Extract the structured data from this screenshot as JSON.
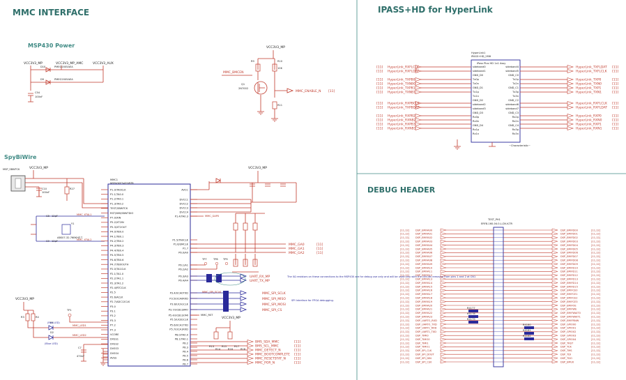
{
  "sections": {
    "mmc": "MMC INTERFACE",
    "ipass": "IPASS+HD for HyperLink",
    "debug": "DEBUG HEADER"
  },
  "subsections": {
    "msp430_power": "MSP430 Power",
    "spybiwire": "SpyBiWire"
  },
  "power": {
    "vcc3v3_mp": "VCC3V3_MP",
    "vcc3v3_mp_amc": "VCC3V3_MP_AMC",
    "vcc3v3_aux": "VCC3V3_AUX",
    "d10": "D10",
    "d9": "D9",
    "diode_part": "PMEG2005AEA",
    "c54": "C54",
    "c54_val": "100nF",
    "mmc_bmcen": "MMC_BMCEN",
    "q1": "Q1",
    "q1_part": "2N7002",
    "mmc_enable": "MMC_ENABLE_N",
    "ref_11": "[11]",
    "r9": "R9",
    "r10": "R10",
    "r11": "R11",
    "r_val": "10K"
  },
  "mcu": {
    "ref": "MMC1",
    "part": "MSP430F5435IPZR",
    "left_pins": [
      "P1.0/TA0CLK",
      "P1.1/TA0.0",
      "P1.2/TA0.1",
      "P1.3/TA0.2",
      "TEST/SBWTCK",
      "RST/NMI/SBWTDIO",
      "P7.0/XIN",
      "P5.2/XT2IN",
      "P5.3/XT2OUT",
      "P4.0/TB0.0",
      "P4.1/TB0.1",
      "P4.2/TB0.2",
      "P4.3/TB0.3",
      "P4.4/TB0.4",
      "P4.5/TB0.5",
      "P4.6/TB0.6",
      "P4.7/TB0OUTH",
      "P2.0/TA1CLK",
      "P2.1/TA1.0",
      "P2.2/TA1.1",
      "P2.3/TA1.2",
      "P2.4/RTCCLK",
      "P2.5",
      "P2.6/ACLK",
      "P2.7/ADC12CLK",
      "P3.0",
      "P3.1",
      "P3.2",
      "P3.3",
      "P7.2",
      "P7.3",
      "VCORE",
      "DVSS1",
      "DVSS2",
      "DVSS3",
      "DVSS4",
      "AVSS"
    ],
    "right_pins": [
      "AVCC",
      "DVCC1",
      "DVCC2",
      "DVCC3",
      "DVCC4",
      "P1.4/TA0.3",
      "P1.5/TA0CLK",
      "P1.6/SMCLK",
      "P1.7",
      "P6.0/A0",
      "P6.1/A1",
      "P6.2/A2",
      "P6.3/A3",
      "P6.4/A4",
      "P3.4/UCA0TXD",
      "P3.5/UCA0RXD",
      "P3.6/UCA1CLK",
      "P3.7/UCB1SIMO",
      "P5.4/UCB1SOMI",
      "P5.5/UCB1CLK",
      "P5.6/UCA1TXD",
      "P5.7/UCA1RXD",
      "P8.0/TA0.0",
      "P8.1/TA0.1",
      "P8.2",
      "P8.3",
      "P8.4",
      "P8.5",
      "P8.6",
      "P8.7"
    ]
  },
  "spy": {
    "j": "MSP_SBWTCK",
    "vcc": "VCC3V3_MP",
    "c10": "C10",
    "c10_val": "100nF",
    "r27": "R27",
    "c8": "C8",
    "c9": "C9",
    "cap_val": "12pF",
    "y1": "Y1",
    "crystal": "ABS07-32.768KHZ-T",
    "mmc_xtal1": "MMC_XTAL1",
    "mmc_xtal2": "MMC_XTAL2",
    "vcc_led": "VCC3V3_MP",
    "r3": "R3",
    "r4": "R4",
    "d1": "D1",
    "d2": "D2",
    "red_led": "(Red LED)",
    "blue_led": "(Blue LED)",
    "mmc_led1": "MMC_LED1",
    "mmc_led2": "MMC_LED2",
    "c7": "C7",
    "c7_val": "470nF",
    "tp1": "TP1"
  },
  "mcu_nets": {
    "mmc_gaps": "MMC_GAP0",
    "mmc_ga0": "MMC_GA0",
    "mmc_ga1": "MMC_GA1",
    "mmc_ga2": "MMC_GA2",
    "ref_11": "[11]",
    "uart_rx": "UART_RX_MP",
    "uart_tx": "UART_TX_MP",
    "mmc_spi_sclk": "MMC_SPI_SCLK",
    "mmc_spi_miso": "MMC_SPI_MISO",
    "mmc_spi_mosi": "MMC_SPI_MOSI",
    "mmc_spi_cs": "MMC_SPI_CS",
    "note_uart": "The 0Ω resistors on these connections to the MSP430 are for debug use only and will be used only with the circuits removed from pins 1 and 2 at CN1",
    "note_spi": "SPI Interface for FPGA debugging.",
    "mmc_rst": "MMC_RST",
    "vcc3v3_mp": "VCC3V3_MP",
    "bms_nets": [
      "BMS_SDA_MMC",
      "BMS_SCL_MMC",
      "MMC_DETECT_N",
      "MMC_BOOTCOMPLETE",
      "MMC_RESETSTAT_N",
      "MMC_POR_N"
    ],
    "r_labels": [
      "R13",
      "R14",
      "R15",
      "R16",
      "R17",
      "R18"
    ],
    "tp_labels": [
      "TP7",
      "TP8",
      "TP9"
    ]
  },
  "ipass": {
    "ref": "HyperLink1",
    "part": "IPASS+HD_2MH",
    "box_title": "iPass Plus HD 1x1 Assy",
    "side_label": "~Characteristic~",
    "left_nets": [
      "HyperLink_RXFLCLK",
      "HyperLink_RXFLDAT",
      "HyperLink_TXPB0",
      "HyperLink_TXNB0",
      "HyperLink_TXPB1",
      "HyperLink_TXNB1",
      "HyperLink_RXPBCLK",
      "HyperLink_TXPBDAT",
      "HyperLink_RXPB2",
      "HyperLink_RXNB2",
      "HyperLink_RXPB3",
      "HyperLink_RXNB3"
    ],
    "right_nets": [
      "HyperLink_TXFLDAT",
      "HyperLink_TXFLCLK",
      "HyperLink_TXP0",
      "HyperLink_TXN0",
      "HyperLink_TXP1",
      "HyperLink_TXN1",
      "HyperLink_RXFLCLK",
      "HyperLink_RXFLDAT",
      "HyperLink_RXP0",
      "HyperLink_RXN0",
      "HyperLink_RXP1",
      "HyperLink_RXN1"
    ],
    "refs": "[11]",
    "inner_left": [
      "sideband0",
      "sideband1",
      "GND_D0",
      "Tx0p",
      "Tx0n",
      "GND_D1",
      "Tx1p",
      "Tx1n",
      "GND_D2",
      "sideband2",
      "sideband3",
      "GND_D3",
      "Rx0p",
      "Rx0n",
      "GND_D4",
      "Rx1p",
      "Rx1n"
    ],
    "inner_right": [
      "sideband4",
      "sideband5",
      "GND_C0",
      "Tx2p",
      "Tx2n",
      "GND_C1",
      "Tx3p",
      "Tx3n",
      "GND_C2",
      "sideband6",
      "sideband7",
      "GND_C3",
      "Rx2p",
      "Rx2n",
      "GND_C4",
      "Rx3p",
      "Rx3n"
    ]
  },
  "debug": {
    "ref": "TEST_PH1",
    "part": "ERF8-160-04.0-L-DV-K-TR",
    "left_nets": [
      "DSP_EMIFA00",
      "DSP_EMIFA01",
      "DSP_EMIFA02",
      "DSP_EMIFA03",
      "DSP_EMIFA04",
      "DSP_EMIFA05",
      "DSP_EMIFA06",
      "DSP_EMIFA07",
      "DSP_EMIFA08",
      "DSP_EMIFA09",
      "DSP_EMIFA10",
      "DSP_EMIFA11",
      "DSP_EMIFA12",
      "DSP_EMIFA13",
      "DSP_EMIFA14",
      "DSP_EMIFA15",
      "DSP_EMIFA16",
      "DSP_EMIFA17",
      "DSP_EMIFA18",
      "DSP_EMIFA19",
      "DSP_EMIFA20",
      "DSP_EMIFA21",
      "DSP_EMIFA22",
      "DSP_EMIFA23",
      "DSP_UARTO_RXD",
      "DSP_UARTO_TXD",
      "DSP_UART1_RXD",
      "DSP_UART1_TXD",
      "DSP_TIMI0",
      "DSP_TIMO0",
      "DSP_TIMI1",
      "DSP_TIMO1",
      "DSP_SPI_CLK",
      "DSP_SPI_DOUT",
      "DSP_SPI_DIN",
      "DSP_SPI_CS0"
    ],
    "right_nets": [
      "DSP_EMIFD00",
      "DSP_EMIFD01",
      "DSP_EMIFD02",
      "DSP_EMIFD03",
      "DSP_EMIFD04",
      "DSP_EMIFD05",
      "DSP_EMIFD06",
      "DSP_EMIFD07",
      "DSP_EMIFD08",
      "DSP_EMIFD09",
      "DSP_EMIFD10",
      "DSP_EMIFD11",
      "DSP_EMIFD12",
      "DSP_EMIFD13",
      "DSP_EMIFD14",
      "DSP_EMIFD15",
      "DSP_EMIFCE0",
      "DSP_EMIFCE1",
      "DSP_EMIFCE2",
      "DSP_EMIFCE3",
      "DSP_EMIFOE",
      "DSP_EMIFWE",
      "DSP_EMIFWAIT0",
      "DSP_EMIFWAIT1",
      "DSP_EMIFRNW",
      "DSP_GPIO00",
      "DSP_GPIO01",
      "DSP_GPIO02",
      "DSP_GPIO03",
      "DSP_GPIO04",
      "DSP_TRST",
      "DSP_TCK",
      "DSP_TMS",
      "DSP_TDI",
      "DSP_TDO",
      "DSP_EMU0"
    ],
    "refs": [
      "[8]",
      "[11,12]"
    ],
    "r_labels": [
      "R4177",
      "R4178",
      "R4179",
      "R4180",
      "R4181",
      "R4182"
    ]
  }
}
